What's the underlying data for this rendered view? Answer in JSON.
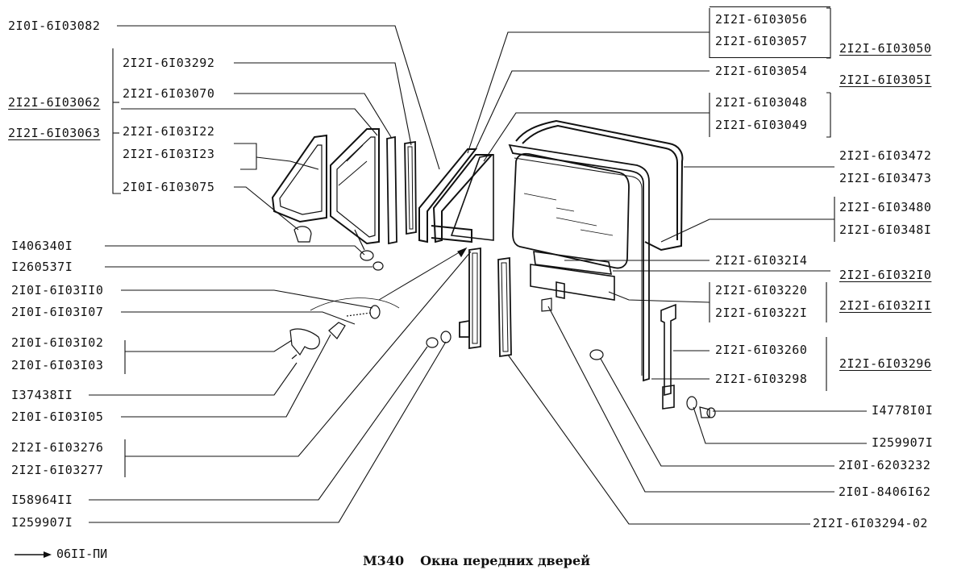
{
  "title": {
    "code": "M340",
    "name": "Окна передних дверей"
  },
  "reference": "06II-ПИ",
  "labels_left": [
    "2I0I-6I03082",
    "2I2I-6I03062",
    "2I2I-6I03063",
    "2I2I-6I03292",
    "2I2I-6I03070",
    "2I2I-6I03I22",
    "2I2I-6I03I23",
    "2I0I-6I03075",
    "I406340I",
    "I260537I",
    "2I0I-6I03II0",
    "2I0I-6I03I07",
    "2I0I-6I03I02",
    "2I0I-6I03I03",
    "I37438II",
    "2I0I-6I03I05",
    "2I2I-6I03276",
    "2I2I-6I03277",
    "I58964II",
    "I259907I"
  ],
  "labels_right": [
    "2I2I-6I03056",
    "2I2I-6I03057",
    "2I2I-6I03050",
    "2I2I-6I0305I",
    "2I2I-6I03054",
    "2I2I-6I03048",
    "2I2I-6I03049",
    "2I2I-6I03472",
    "2I2I-6I03473",
    "2I2I-6I03480",
    "2I2I-6I0348I",
    "2I2I-6I032I4",
    "2I2I-6I032I0",
    "2I2I-6I03220",
    "2I2I-6I0322I",
    "2I2I-6I032II",
    "2I2I-6I03260",
    "2I2I-6I03296",
    "2I2I-6I03298",
    "I4778I0I",
    "I259907I",
    "2I0I-6203232",
    "2I0I-8406I62",
    "2I2I-6I03294-02"
  ]
}
